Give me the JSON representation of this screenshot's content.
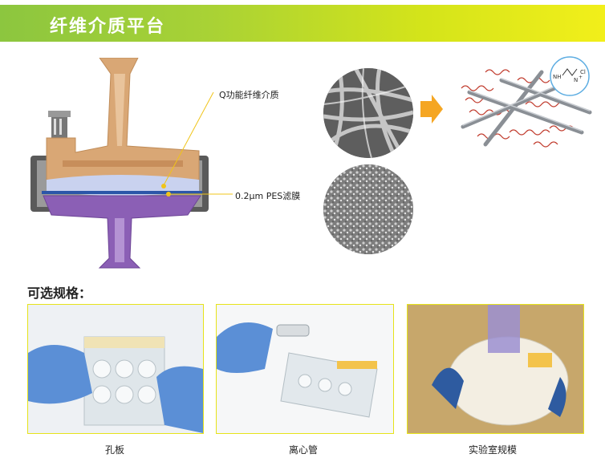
{
  "header": {
    "title": "纤维介质平台"
  },
  "diagram": {
    "label_fiber": "Q功能纤维介质",
    "label_membrane": "0.2μm PES滤膜",
    "molecule_nh": "NH",
    "molecule_n": "N",
    "molecule_plus": "+",
    "molecule_cl": "Cl"
  },
  "section": {
    "title": "可选规格："
  },
  "formats": [
    {
      "caption": "孔板"
    },
    {
      "caption": "离心管"
    },
    {
      "caption": "实验室规模"
    }
  ],
  "colors": {
    "banner_start": "#8cc63f",
    "banner_end": "#f2ef1a",
    "arrow": "#f5a623",
    "photo_border": "#e6e31a"
  }
}
